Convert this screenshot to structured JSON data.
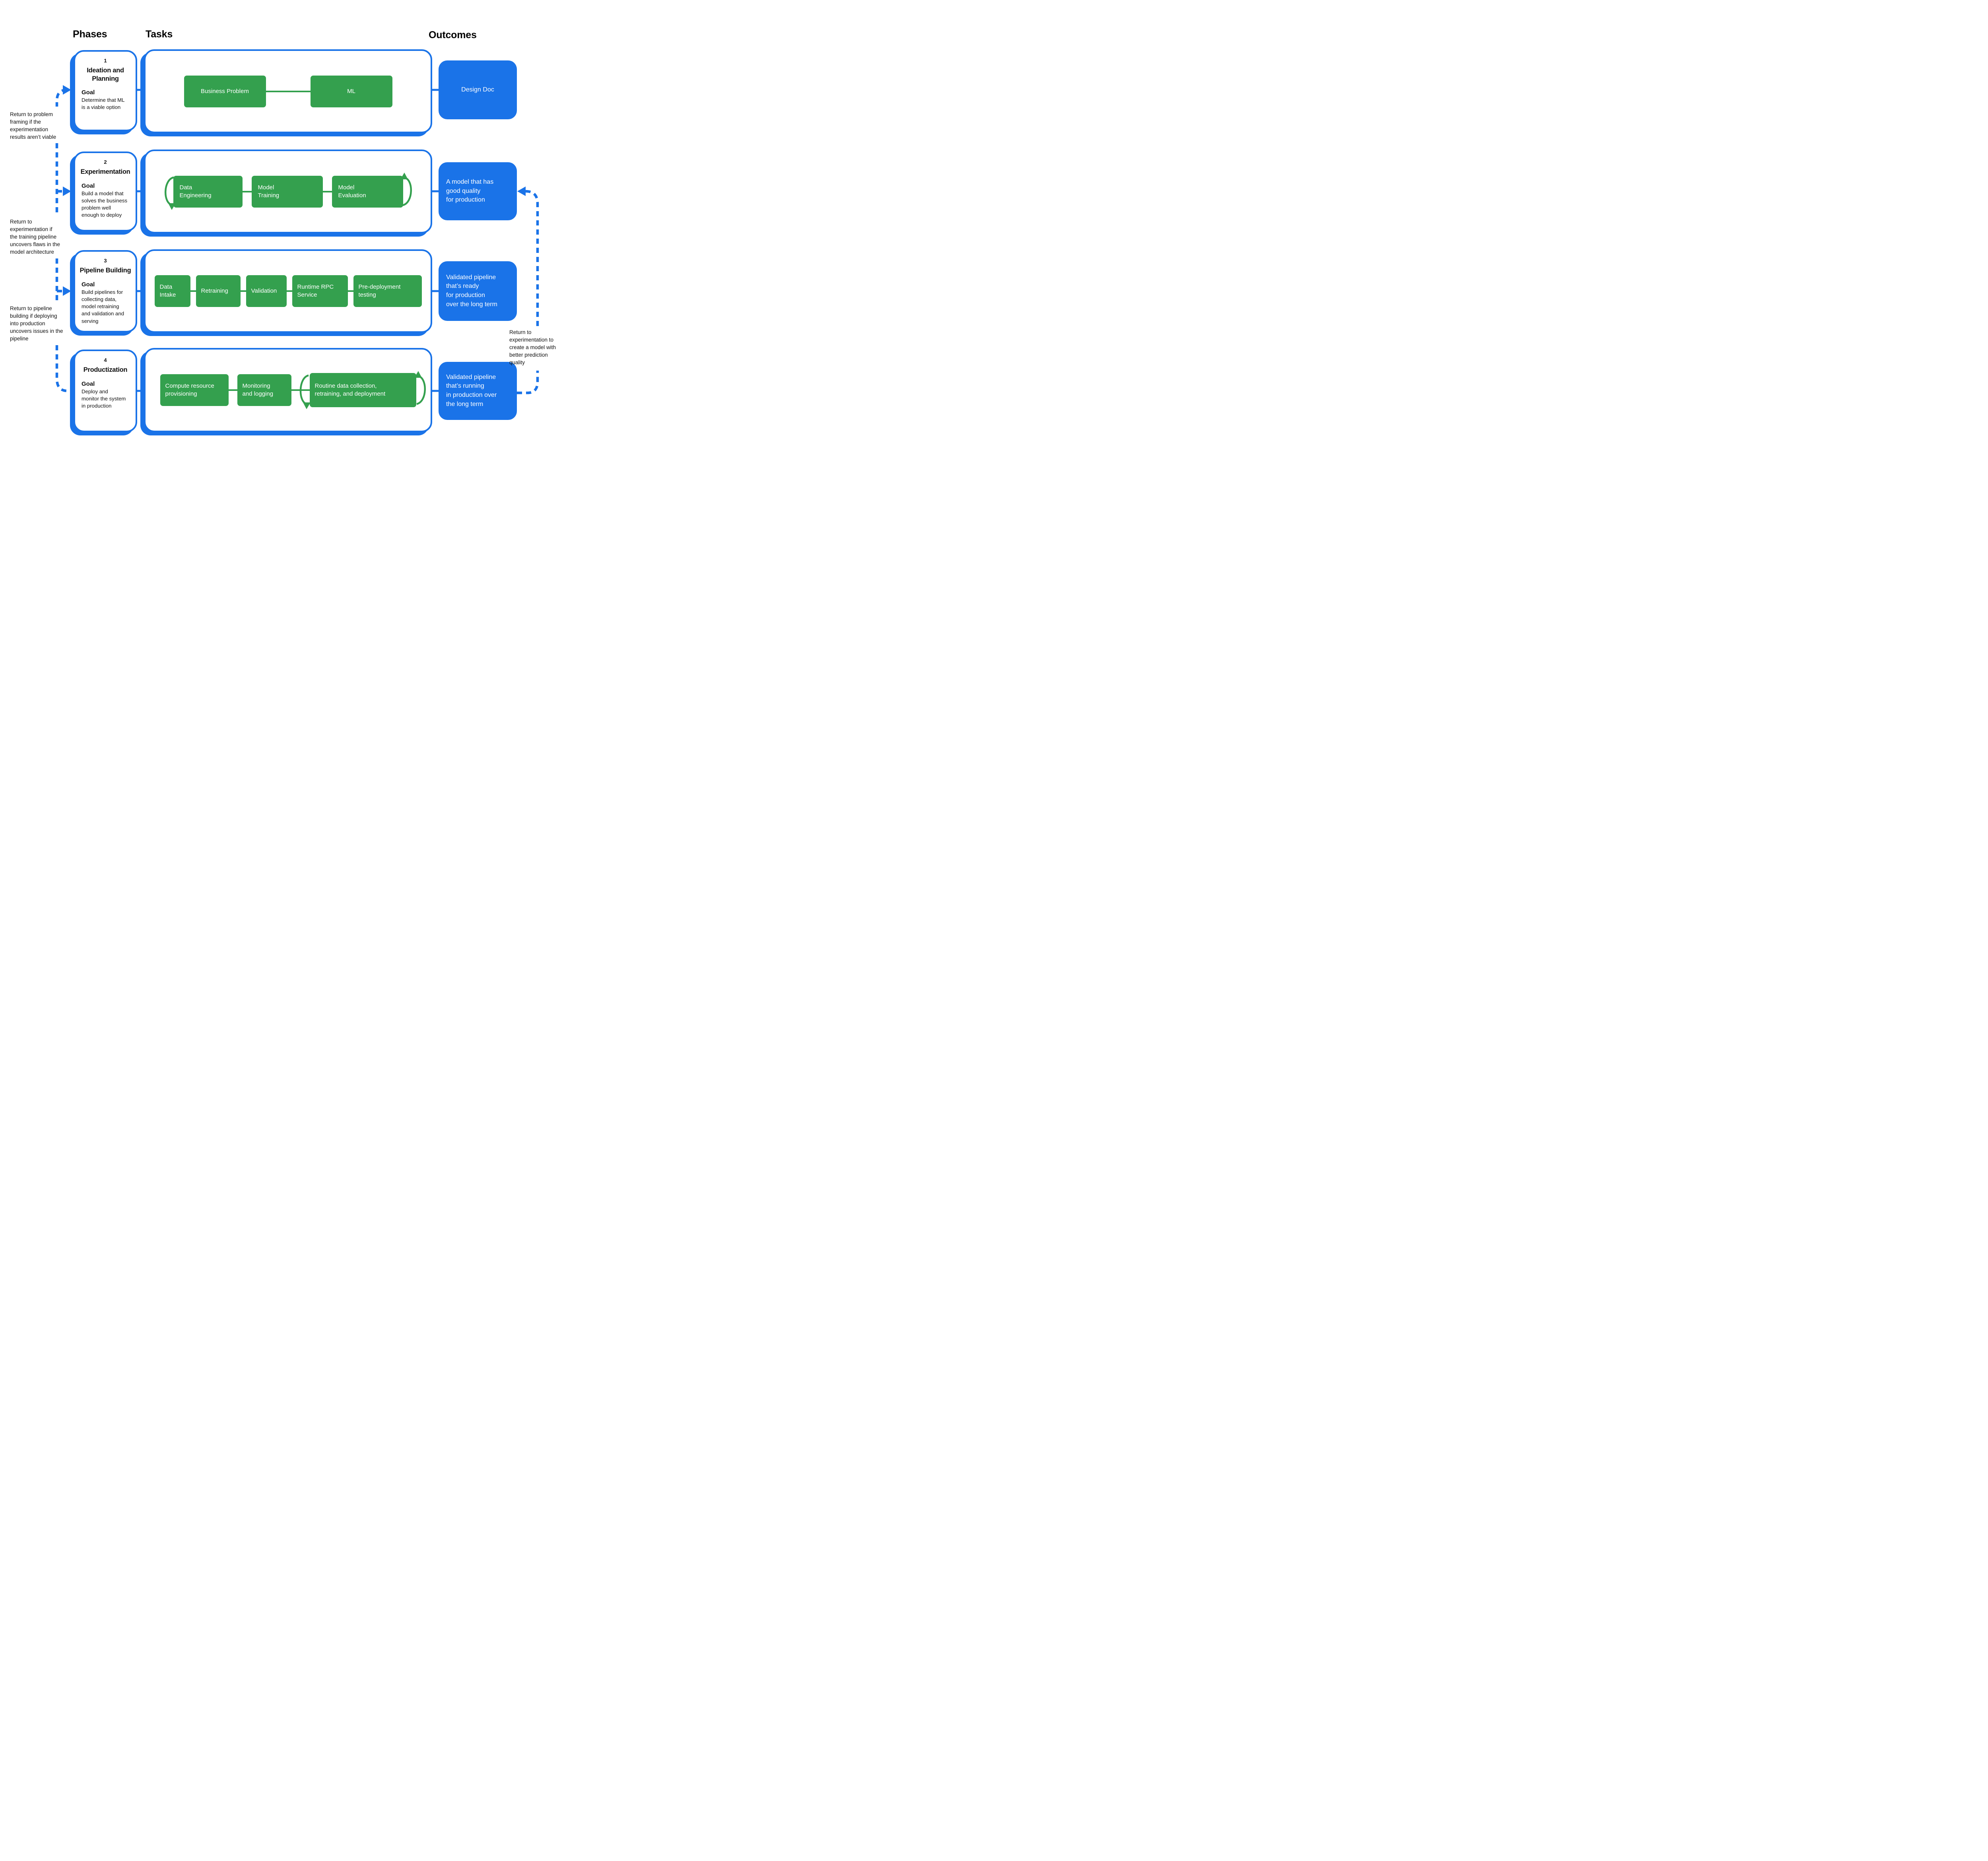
{
  "headers": {
    "phases": "Phases",
    "tasks": "Tasks",
    "outcomes": "Outcomes"
  },
  "palette": {
    "blue": "#1a73e8",
    "green": "#34a04e",
    "text": "#111111",
    "background": "#ffffff"
  },
  "phases": [
    {
      "number": "1",
      "title": "Ideation and\nPlanning",
      "goal_label": "Goal",
      "goal": "Determine that ML\nis a viable option"
    },
    {
      "number": "2",
      "title": "Experimentation",
      "goal_label": "Goal",
      "goal": "Build a model that\nsolves the business\nproblem well\nenough to deploy"
    },
    {
      "number": "3",
      "title": "Pipeline Building",
      "goal_label": "Goal",
      "goal": "Build pipelines for\ncollecting data,\nmodel retraining\nand validation and\nserving"
    },
    {
      "number": "4",
      "title": "Productization",
      "goal_label": "Goal",
      "goal": "Deploy and\nmonitor the system\nin production"
    }
  ],
  "task_rows": [
    {
      "tasks": [
        {
          "label": "Business Problem"
        },
        {
          "label": "ML"
        }
      ]
    },
    {
      "tasks": [
        {
          "label": "Data\nEngineering"
        },
        {
          "label": "Model\nTraining"
        },
        {
          "label": "Model\nEvaluation"
        }
      ]
    },
    {
      "tasks": [
        {
          "label": "Data\nIntake"
        },
        {
          "label": "Retraining"
        },
        {
          "label": "Validation"
        },
        {
          "label": "Runtime RPC\nService"
        },
        {
          "label": "Pre-deployment\ntesting"
        }
      ]
    },
    {
      "tasks": [
        {
          "label": "Compute  resource\nprovisioning"
        },
        {
          "label": "Monitoring\nand logging"
        },
        {
          "label": "Routine data collection,\nretraining, and deployment"
        }
      ]
    }
  ],
  "outcomes": [
    {
      "text": "Design Doc"
    },
    {
      "text": "A model that has\ngood quality\nfor production"
    },
    {
      "text": "Validated pipeline\nthat’s ready\nfor production\nover the long term"
    },
    {
      "text": "Validated pipeline\nthat’s running\nin production over\nthe long term"
    }
  ],
  "annotations": {
    "left": [
      "Return to problem\nframing if the\nexperimentation\nresults aren’t viable",
      "Return to\nexperimentation if\nthe training pipeline\nuncovers flaws in the\nmodel architecture",
      "Return to pipeline\nbuilding if deploying\ninto production\nuncovers issues in the\npipeline"
    ],
    "right": "Return to\nexperimentation to\ncreate a model with\nbetter prediction\nquality"
  }
}
